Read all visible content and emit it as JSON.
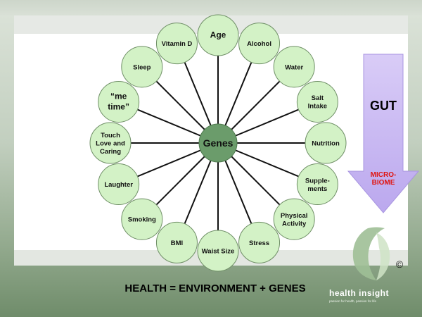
{
  "diagram": {
    "center": "Genes",
    "nodes": [
      {
        "lines": [
          "Age"
        ]
      },
      {
        "lines": [
          "Alcohol"
        ]
      },
      {
        "lines": [
          "Water"
        ]
      },
      {
        "lines": [
          "Salt",
          "Intake"
        ]
      },
      {
        "lines": [
          "Nutrition"
        ]
      },
      {
        "lines": [
          "Supple-",
          "ments"
        ]
      },
      {
        "lines": [
          "Physical",
          "Activity"
        ]
      },
      {
        "lines": [
          "Stress"
        ]
      },
      {
        "lines": [
          "Waist Size"
        ]
      },
      {
        "lines": [
          "BMI"
        ]
      },
      {
        "lines": [
          "Smoking"
        ]
      },
      {
        "lines": [
          "Laughter"
        ]
      },
      {
        "lines": [
          "Touch",
          "Love and",
          "Caring"
        ]
      },
      {
        "lines": [
          "“me",
          "time”"
        ]
      },
      {
        "lines": [
          "Sleep"
        ]
      },
      {
        "lines": [
          "Vitamin D"
        ]
      }
    ],
    "colors": {
      "node_fill": "#d3f2c6",
      "node_stroke": "#6f8f66",
      "center_fill": "#6b9c6b",
      "spoke": "#111111"
    }
  },
  "gut": {
    "label": "GUT",
    "sublabel": "MICRO-\nBIOME",
    "arrow_color": "#c8b8f0"
  },
  "footer": {
    "formula": "HEALTH  =  ENVIRONMENT + GENES"
  },
  "brand": {
    "name": "health insight",
    "tagline": "passion for health, passion for life",
    "copyright": "©"
  }
}
